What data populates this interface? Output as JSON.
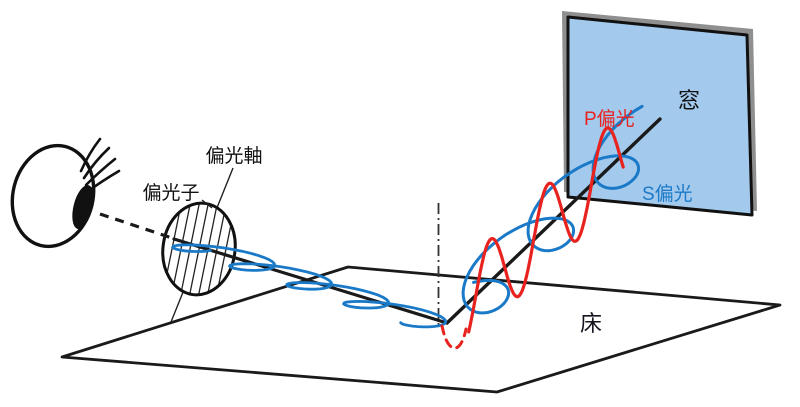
{
  "diagram": {
    "labels": {
      "polarization_axis": "偏光軸",
      "polarizer": "偏光子",
      "window": "窓",
      "p_polarization": "P偏光",
      "s_polarization": "S偏光",
      "floor": "床"
    },
    "colors": {
      "p_wave_red": "#e8231f",
      "s_wave_blue": "#1b7ac8",
      "window_fill": "#a3c9ec",
      "window_shadow_gray": "#8f8f8f",
      "line_black": "#1a1a1a",
      "floor_label_dark": "#14141e"
    }
  }
}
